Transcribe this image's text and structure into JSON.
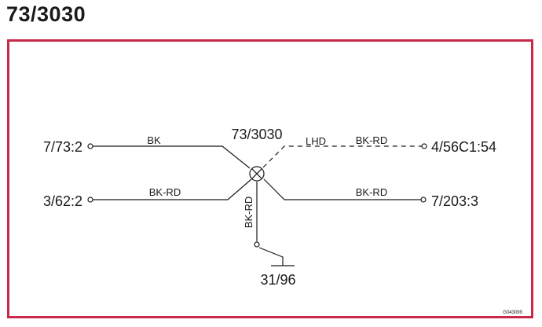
{
  "title": "73/3030",
  "splice": {
    "label": "73/3030"
  },
  "connectors": {
    "left_top": "7/73:2",
    "left_bottom": "3/62:2",
    "right_top": "4/56C1:54",
    "right_bottom": "7/203:3",
    "ground": "31/96"
  },
  "wires": {
    "left_top": "BK",
    "left_bottom": "BK-RD",
    "right_top_option": "LHD",
    "right_top": "BK-RD",
    "right_bottom": "BK-RD",
    "ground": "BK-RD"
  },
  "drawing_code": "G043099",
  "colors": {
    "frame": "#c8284a",
    "ink": "#1a1a1a"
  }
}
